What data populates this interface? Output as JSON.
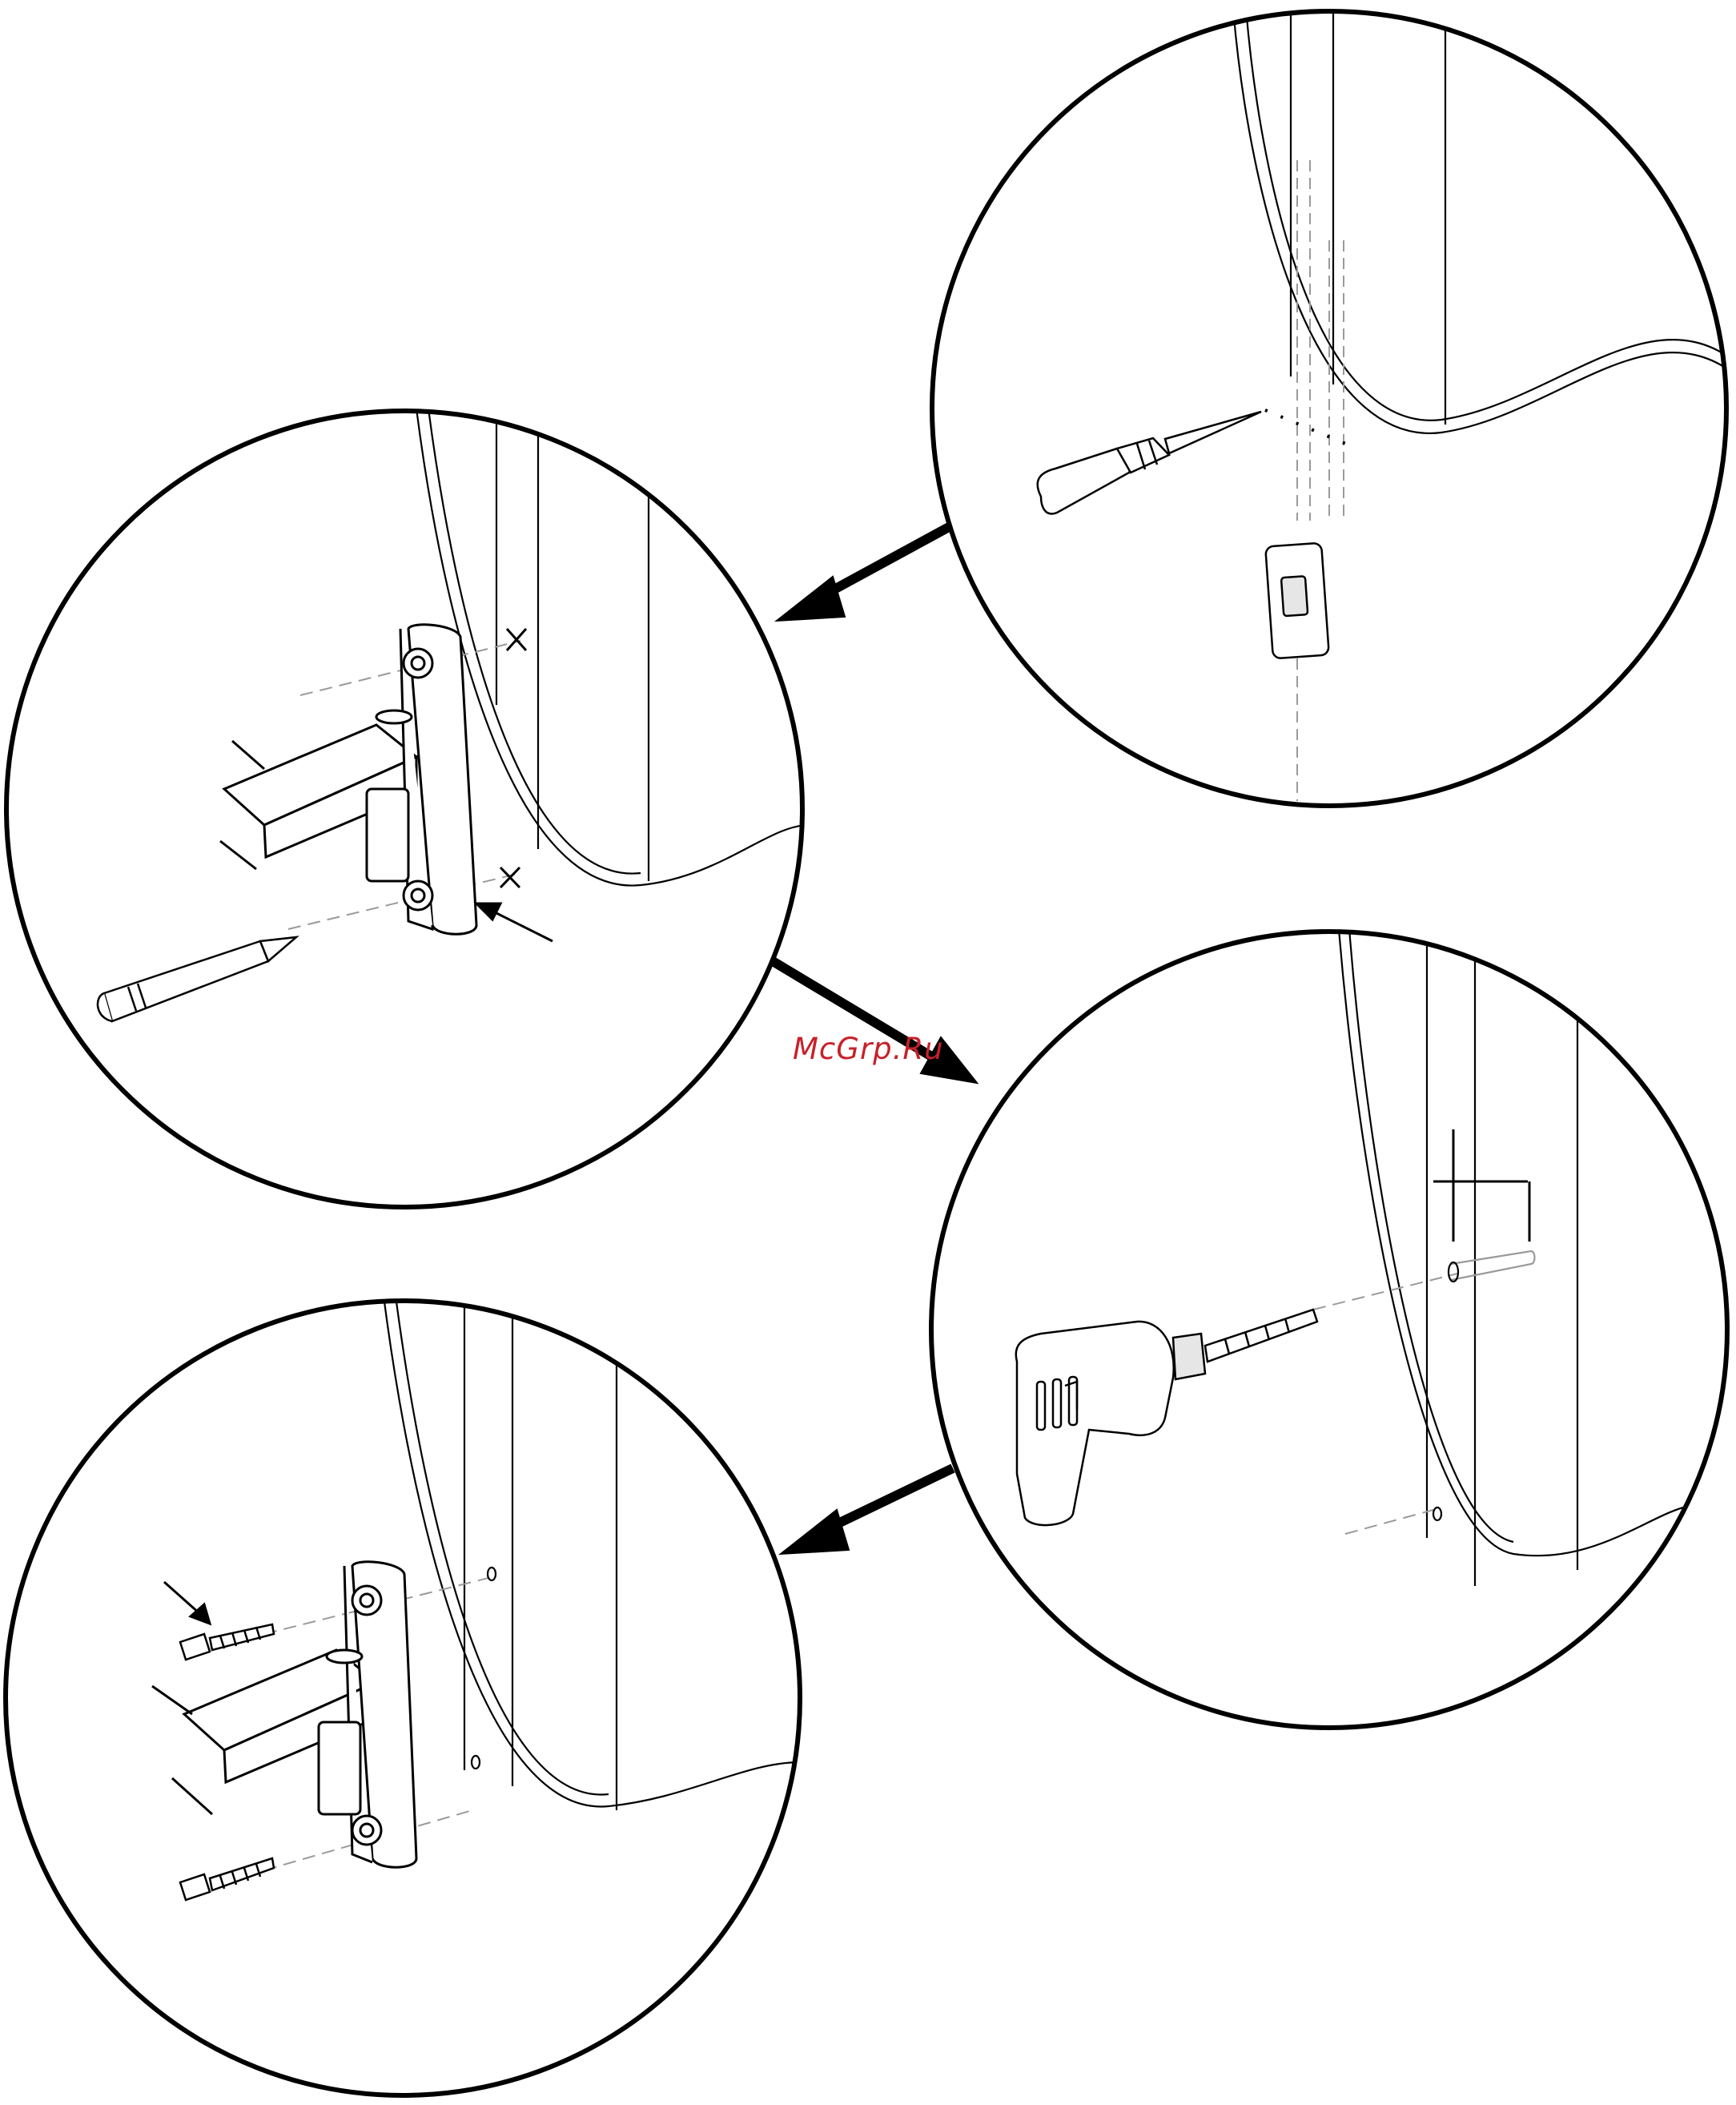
{
  "watermark": {
    "text": "McGrp.Ru",
    "color": "#c8202a"
  },
  "palette": {
    "line": "#000000",
    "paper": "#ffffff",
    "guide": "#9a9a9a",
    "part": "#e6e6e6"
  },
  "panels": [
    {
      "id": "step-1",
      "tools": [
        "awl-icon"
      ],
      "parts": [
        "hinge-pin-socket-icon"
      ]
    },
    {
      "id": "step-2",
      "tools": [
        "pencil-icon"
      ],
      "parts": [
        "hinge-bracket-icon"
      ],
      "marks": [
        "x-mark",
        "x-mark"
      ]
    },
    {
      "id": "step-3",
      "tools": [
        "drill-icon"
      ],
      "parts": [
        "drilled-hole-icon"
      ]
    },
    {
      "id": "step-4",
      "tools": [
        "screw-icon",
        "screw-icon"
      ],
      "parts": [
        "hinge-bracket-icon"
      ]
    }
  ]
}
